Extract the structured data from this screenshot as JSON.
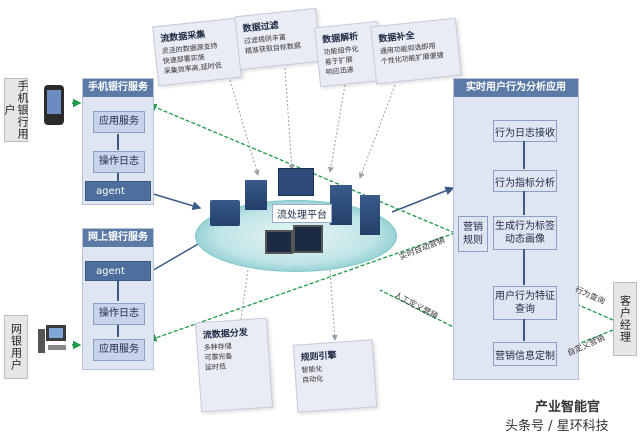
{
  "left_users": {
    "mobile": "手机银行用户",
    "web": "网银用户"
  },
  "mobile_panel": {
    "title": "手机银行服务",
    "app_service": "应用服务",
    "op_log": "操作日志",
    "agent": "agent"
  },
  "web_panel": {
    "title": "网上银行服务",
    "agent": "agent",
    "op_log": "操作日志",
    "app_service": "应用服务"
  },
  "cards": {
    "collect": {
      "title": "流数据采集",
      "items": [
        "灵活的数据源支持",
        "快速部署实施",
        "采集效率高,延时低"
      ]
    },
    "filter": {
      "title": "数据过滤",
      "items": [
        "过滤规则丰富",
        "精准获取目标数据"
      ]
    },
    "parse": {
      "title": "数据解析",
      "items": [
        "功能组件化",
        "易于扩展",
        "响应迅速"
      ]
    },
    "complete": {
      "title": "数据补全",
      "items": [
        "通用功能抑选即用",
        "个性化功能扩展便捷"
      ]
    },
    "storage": {
      "title": "流数据分发",
      "items": [
        "多种存储",
        "可靠完备",
        "延时低"
      ]
    },
    "rule": {
      "title": "规则引擎",
      "items": [
        "智能化",
        "自动化"
      ]
    }
  },
  "platform": {
    "label": "流处理平台"
  },
  "analysis": {
    "title": "实时用户行为分析应用",
    "steps": [
      "行为日志接收",
      "行为指标分析",
      "生成行为标签\n动态画像",
      "用户行为特征\n查询",
      "营销信息定制"
    ],
    "marketing_rule": "营销\n规则"
  },
  "manager": "客户经理",
  "edge_labels": {
    "auto_marketing": "实时自动营销",
    "manual_marketing": "人工定义营销",
    "behavior_query": "行为查询",
    "custom_marketing": "自定义营销"
  },
  "watermark": {
    "line1": "产业智能官",
    "line2": "头条号 / 星环科技"
  },
  "colors": {
    "panel": "#dfe6f2",
    "panel_title": "#5b7aa6",
    "agent": "#4e6f9e",
    "platform_disc": "#4fb3b5",
    "arrow_green": "#1f9a4a",
    "arrow_dotted": "#9aa0aa"
  }
}
